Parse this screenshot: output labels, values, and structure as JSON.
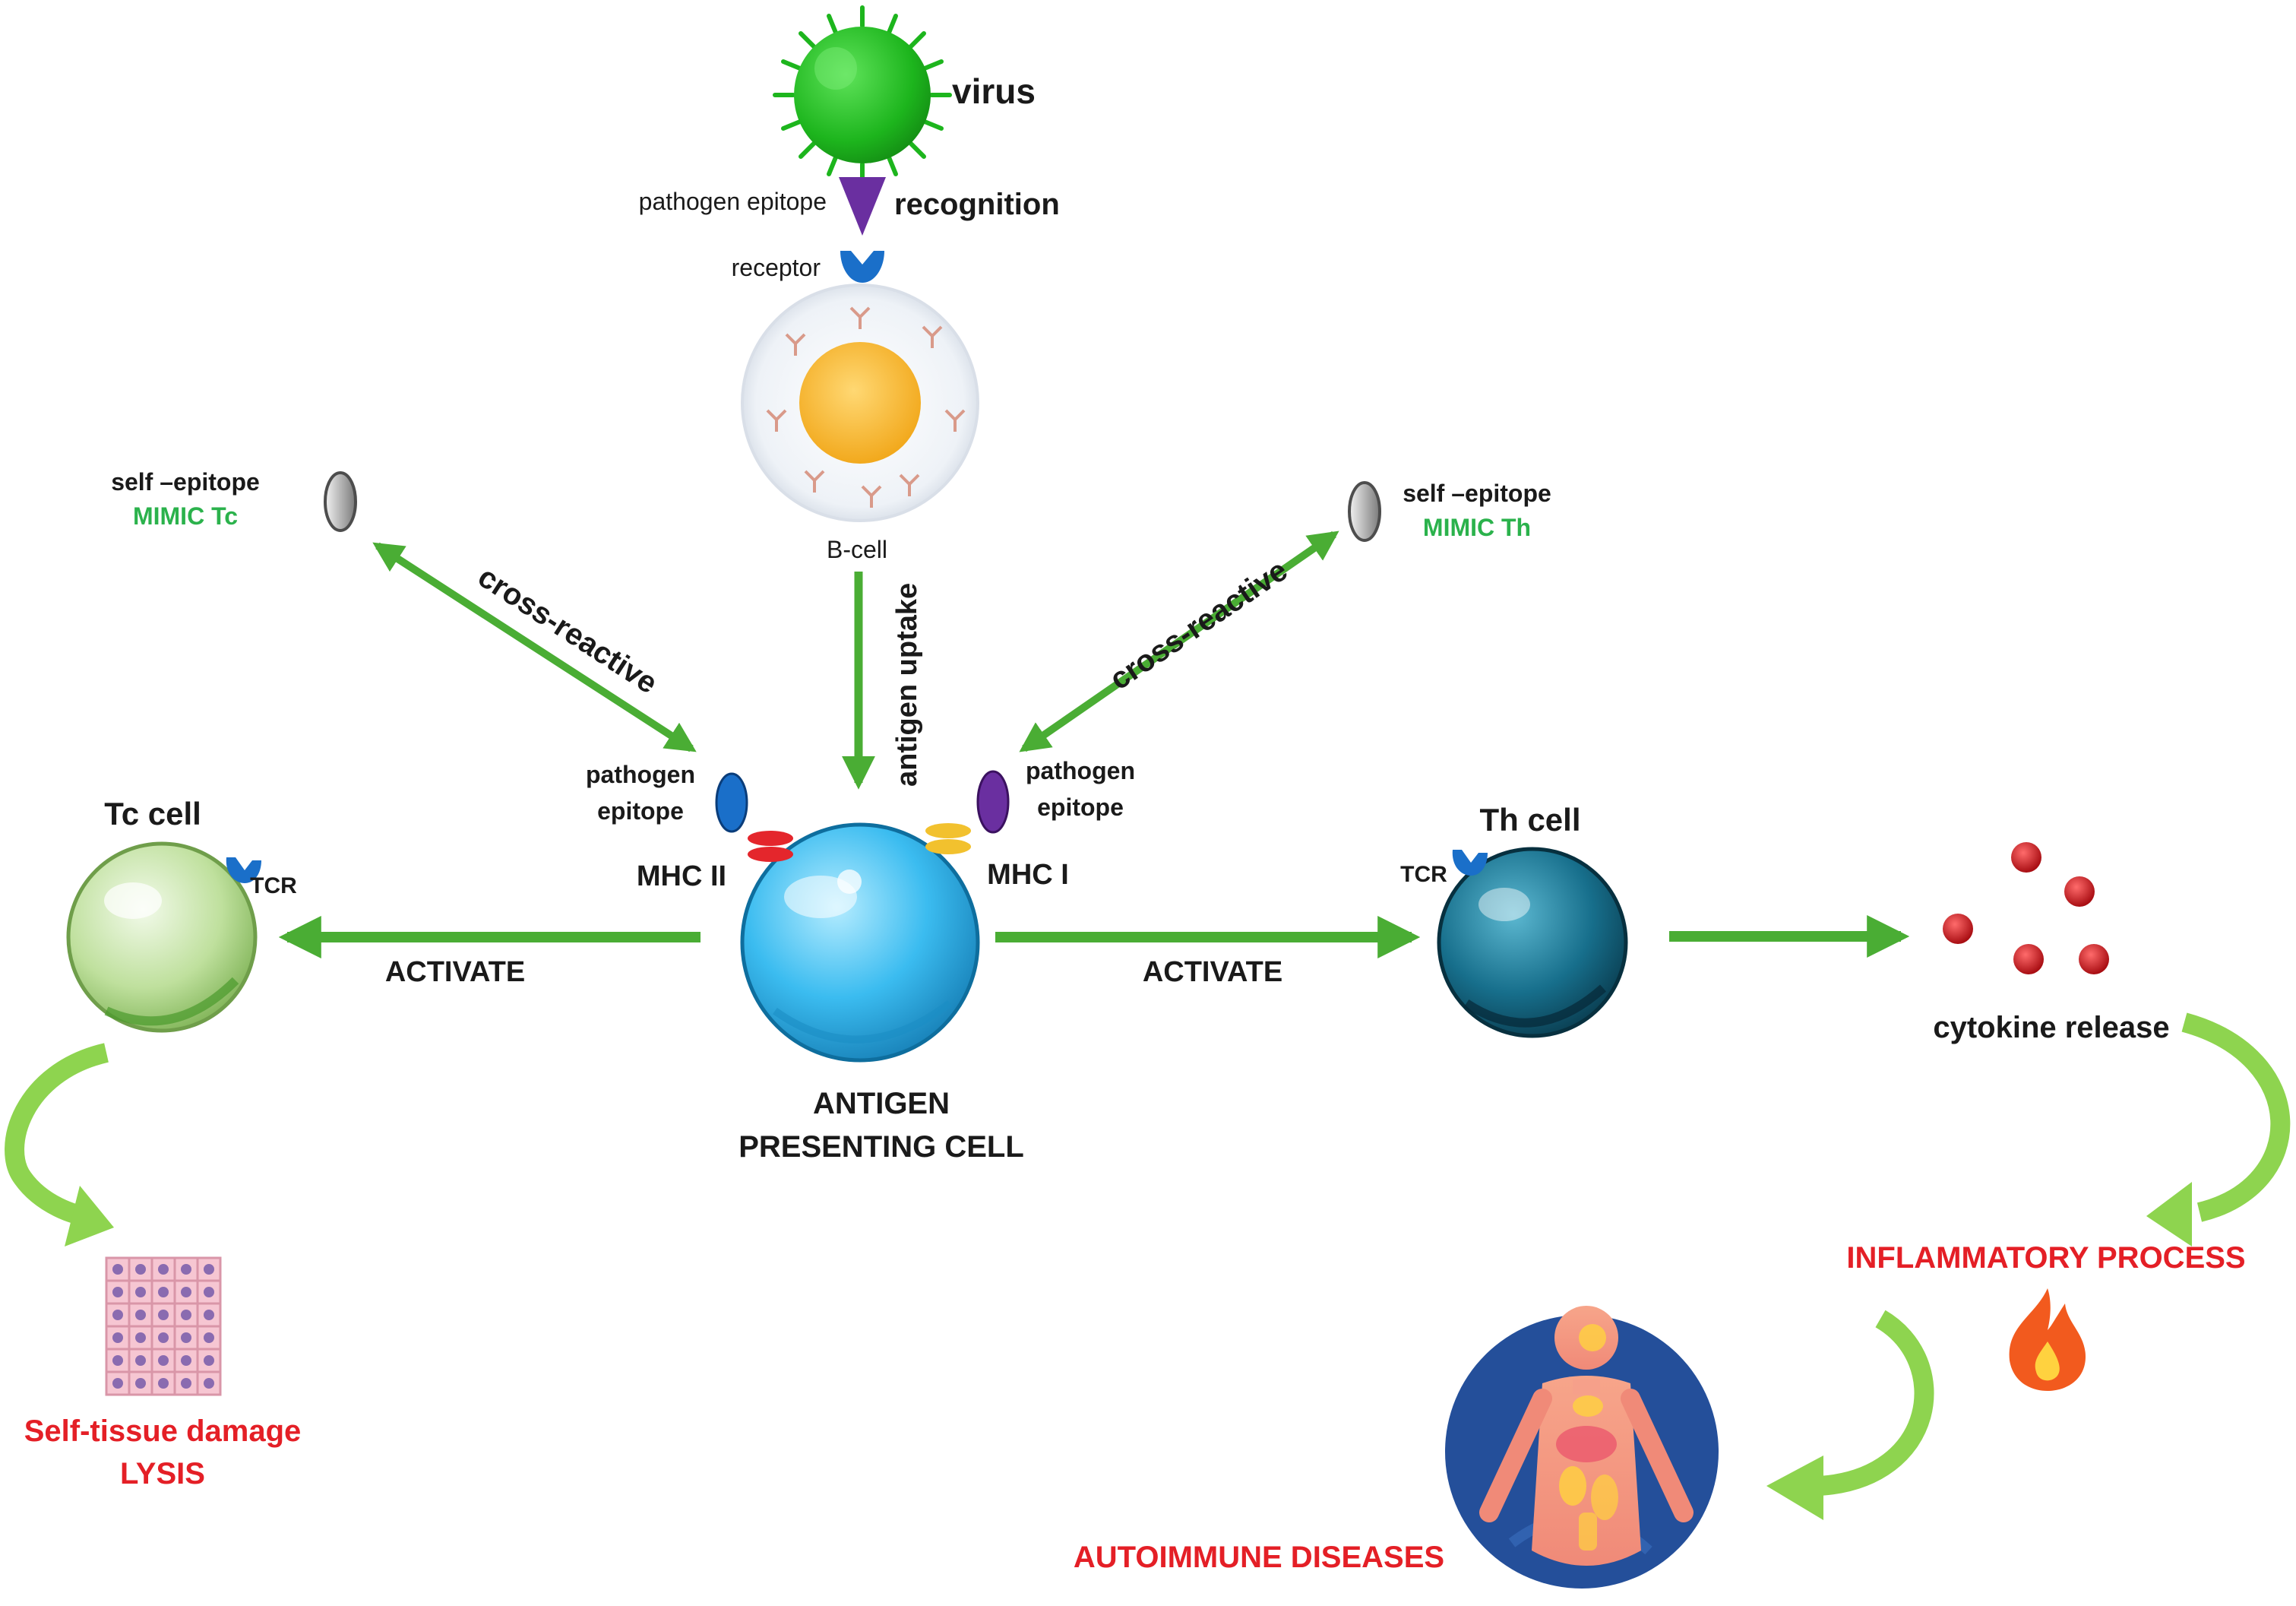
{
  "labels": {
    "virus": "virus",
    "pathogen_epitope_top": "pathogen epitope",
    "recognition": "recognition",
    "receptor": "receptor",
    "b_cell": "B-cell",
    "antigen_uptake": "antigen uptake",
    "self_epitope_left": "self –epitope",
    "mimic_tc": "MIMIC Tc",
    "self_epitope_right": "self –epitope",
    "mimic_th": "MIMIC Th",
    "cross_reactive_left": "cross-reactive",
    "cross_reactive_right": "cross-reactive",
    "pathogen_left_line1": "pathogen",
    "pathogen_left_line2": "epitope",
    "pathogen_right_line1": "pathogen",
    "pathogen_right_line2": "epitope",
    "mhc_ii": "MHC II",
    "mhc_i": "MHC I",
    "tc_cell": "Tc cell",
    "th_cell": "Th cell",
    "tcr_left": "TCR",
    "tcr_right": "TCR",
    "activate_left": "ACTIVATE",
    "activate_right": "ACTIVATE",
    "apc_line1": "ANTIGEN",
    "apc_line2": "PRESENTING CELL",
    "cytokine_release": "cytokine release",
    "inflammatory_process": "INFLAMMATORY PROCESS",
    "self_tissue_damage": "Self-tissue damage",
    "lysis": "LYSIS",
    "autoimmune_diseases": "AUTOIMMUNE DISEASES"
  },
  "colors": {
    "arrow_green": "#4aad34",
    "arrow_light_green": "#8ed44f",
    "virus_green": "#1db51d",
    "apc_blue": "#27a9e1",
    "th_teal": "#0e5f78",
    "tc_green": "#a5cf7a",
    "alert_red": "#e41f26",
    "mimic_green": "#2bb24c",
    "epitope_purple": "#6a2fa0",
    "epitope_blue": "#1a6fc9",
    "cytokine_red": "#c4141a"
  }
}
